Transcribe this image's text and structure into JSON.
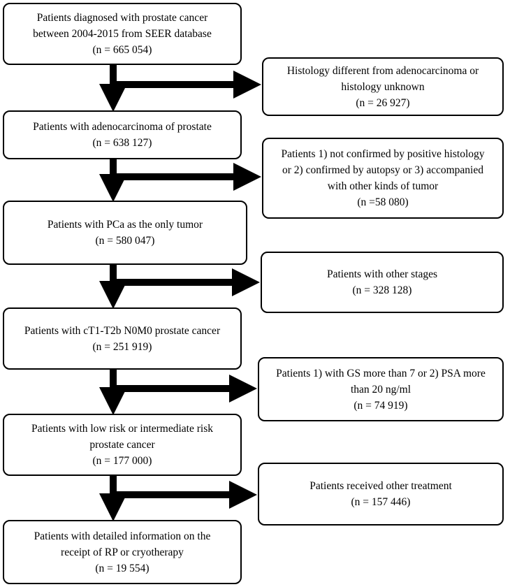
{
  "main_flow": [
    {
      "lines": [
        "Patients diagnosed with prostate cancer",
        "between 2004-2015 from SEER database",
        "(n = 665 054)"
      ]
    },
    {
      "lines": [
        "Patients with adenocarcinoma of prostate",
        "(n = 638 127)"
      ]
    },
    {
      "lines": [
        "Patients with PCa as the only tumor",
        "(n = 580 047)"
      ]
    },
    {
      "lines": [
        "Patients with cT1-T2b N0M0 prostate cancer",
        "(n = 251 919)"
      ]
    },
    {
      "lines": [
        "Patients with low risk or intermediate risk",
        "prostate cancer",
        "(n = 177 000)"
      ]
    },
    {
      "lines": [
        "Patients with detailed information on the",
        "receipt of RP or cryotherapy",
        "(n = 19 554)"
      ]
    }
  ],
  "exclusions": [
    {
      "lines": [
        "Histology different from adenocarcinoma or",
        "histology unknown",
        "(n = 26 927)"
      ]
    },
    {
      "lines": [
        "Patients 1) not confirmed by positive histology",
        "or 2) confirmed by autopsy or 3) accompanied",
        "with other kinds of tumor",
        "(n =58 080)"
      ]
    },
    {
      "lines": [
        "Patients with other stages",
        "(n = 328 128)"
      ]
    },
    {
      "lines": [
        "Patients 1) with GS more than 7 or 2) PSA more",
        "than 20 ng/ml",
        "(n = 74 919)"
      ]
    },
    {
      "lines": [
        "Patients received other treatment",
        "(n = 157 446)"
      ]
    }
  ]
}
